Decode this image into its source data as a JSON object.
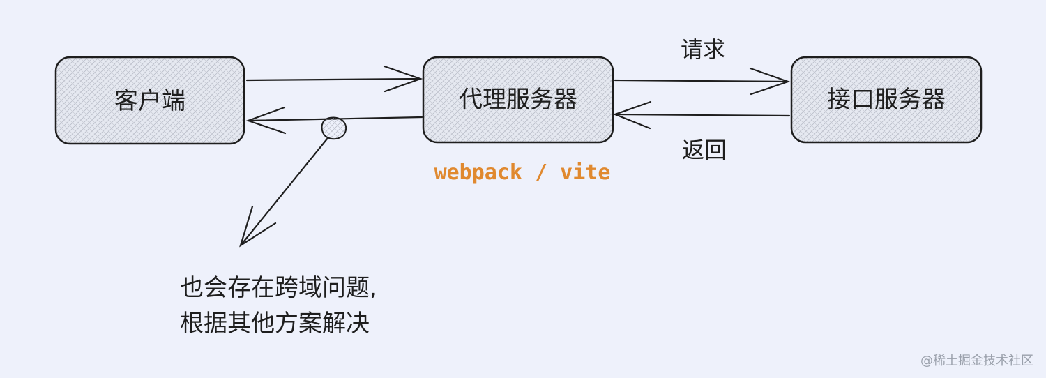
{
  "nodes": {
    "client": {
      "label": "客户端"
    },
    "proxy": {
      "label": "代理服务器"
    },
    "api": {
      "label": "接口服务器"
    }
  },
  "edges": {
    "request": {
      "label": "请求"
    },
    "response": {
      "label": "返回"
    }
  },
  "proxy_tool": {
    "label": "webpack / vite"
  },
  "note": {
    "line1": "也会存在跨域问题,",
    "line2": "根据其他方案解决"
  },
  "watermark": {
    "text": "@稀土掘金技术社区"
  },
  "colors": {
    "background": "#eef1fb",
    "stroke": "#1e1e1e",
    "box_fill": "#e3e6ef",
    "accent_orange": "#e0892f"
  }
}
